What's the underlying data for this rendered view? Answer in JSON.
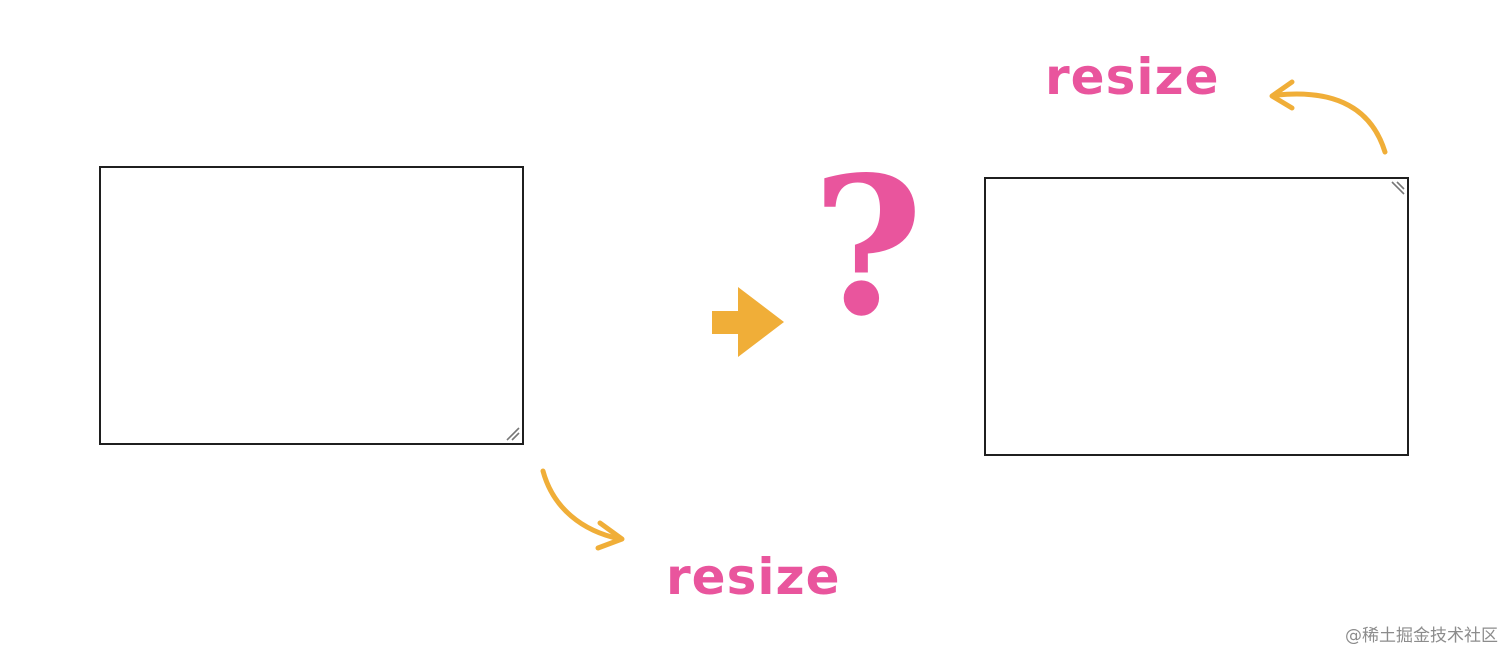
{
  "labels": {
    "bottom": "resize",
    "top": "resize",
    "question": "?"
  },
  "watermark": "@稀土掘金技术社区",
  "colors": {
    "label": "#e9559d",
    "arrow": "#f0ae38",
    "border": "#1f1f1f",
    "grip": "#777777",
    "watermark": "#8c8c8c",
    "background": "#ffffff"
  },
  "icons": {
    "resize_grip": "diagonal-double-line",
    "flow_arrow": "block-arrow-right",
    "curved_arrow": "hand-drawn-curved-arrow"
  }
}
